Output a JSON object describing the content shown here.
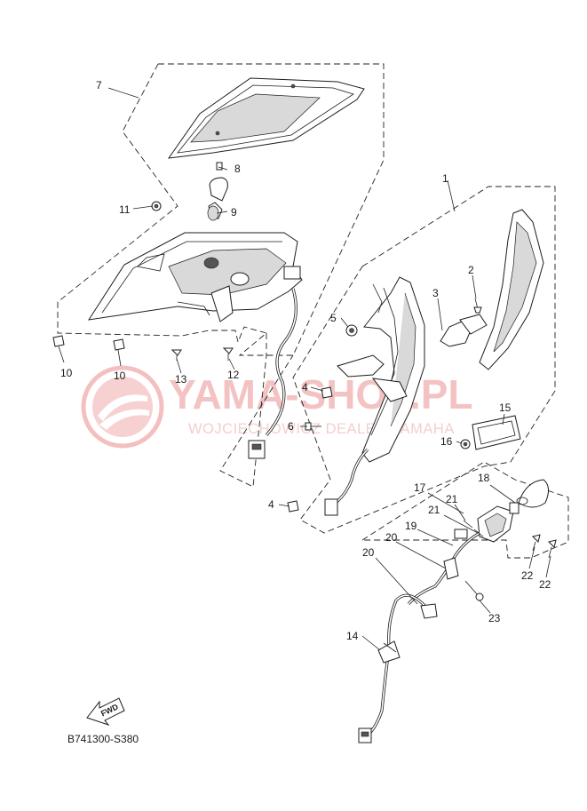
{
  "diagram": {
    "code": "B741300-S380",
    "fwd_label": "FWD",
    "watermark": {
      "title": "YAMA-SHOP.PL",
      "subtitle": "WOJCIECHOWICZ DEALER YAMAHA"
    },
    "callouts": [
      {
        "id": "c7",
        "label": "7"
      },
      {
        "id": "c8",
        "label": "8"
      },
      {
        "id": "c9",
        "label": "9"
      },
      {
        "id": "c11",
        "label": "11"
      },
      {
        "id": "c10a",
        "label": "10"
      },
      {
        "id": "c10b",
        "label": "10"
      },
      {
        "id": "c13",
        "label": "13"
      },
      {
        "id": "c12",
        "label": "12"
      },
      {
        "id": "c1",
        "label": "1"
      },
      {
        "id": "c2",
        "label": "2"
      },
      {
        "id": "c3",
        "label": "3"
      },
      {
        "id": "c5",
        "label": "5"
      },
      {
        "id": "c4a",
        "label": "4"
      },
      {
        "id": "c6",
        "label": "6"
      },
      {
        "id": "c4b",
        "label": "4"
      },
      {
        "id": "c15",
        "label": "15"
      },
      {
        "id": "c16",
        "label": "16"
      },
      {
        "id": "c17",
        "label": "17"
      },
      {
        "id": "c18",
        "label": "18"
      },
      {
        "id": "c21a",
        "label": "21"
      },
      {
        "id": "c21b",
        "label": "21"
      },
      {
        "id": "c19",
        "label": "19"
      },
      {
        "id": "c20a",
        "label": "20"
      },
      {
        "id": "c20b",
        "label": "20"
      },
      {
        "id": "c22a",
        "label": "22"
      },
      {
        "id": "c22b",
        "label": "22"
      },
      {
        "id": "c23",
        "label": "23"
      },
      {
        "id": "c14",
        "label": "14"
      }
    ]
  }
}
